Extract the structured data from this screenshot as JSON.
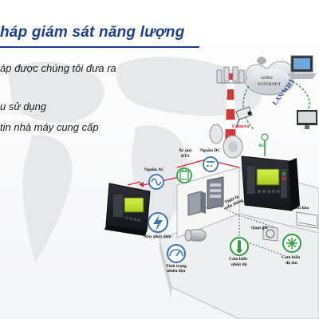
{
  "slide": {
    "title": "háp giám sát năng lượng",
    "lines": [
      "áp được chúng tôi đưa ra",
      "u sử dụng",
      "tin nhà máy cung cấp"
    ]
  },
  "diagram": {
    "labels": {
      "gprs": "GPRS",
      "internet": "INTERNET",
      "lan_wifi": "LAN/WIFI",
      "camera": "Camera",
      "four_g": "4G",
      "acquy": "Ắc quy",
      "bts": "BTS",
      "nguon_dc": "Nguồn DC",
      "nguon_ac": "Nguồn AC",
      "thiet_bi": "Thiết bị",
      "vien_thong": "viễn thông",
      "dieu_hoa": "Điều hòa",
      "quat_gio": "Quạt gió",
      "may_phat_dien": "Máy phát điện",
      "tinh_trang": "Tình trạng",
      "nhien_lieu": "nhiên liệu",
      "cam_bien": "Cảm biến",
      "nhiet_do": "nhiệt độ",
      "cam_bien_2": "Cảm biến",
      "do_am": "độ ẩm"
    }
  },
  "colors": {
    "title": "#1e3f8f",
    "accent_red": "#d9262b",
    "accent_green": "#2e9e3e",
    "device_dark": "#1c1f24"
  }
}
